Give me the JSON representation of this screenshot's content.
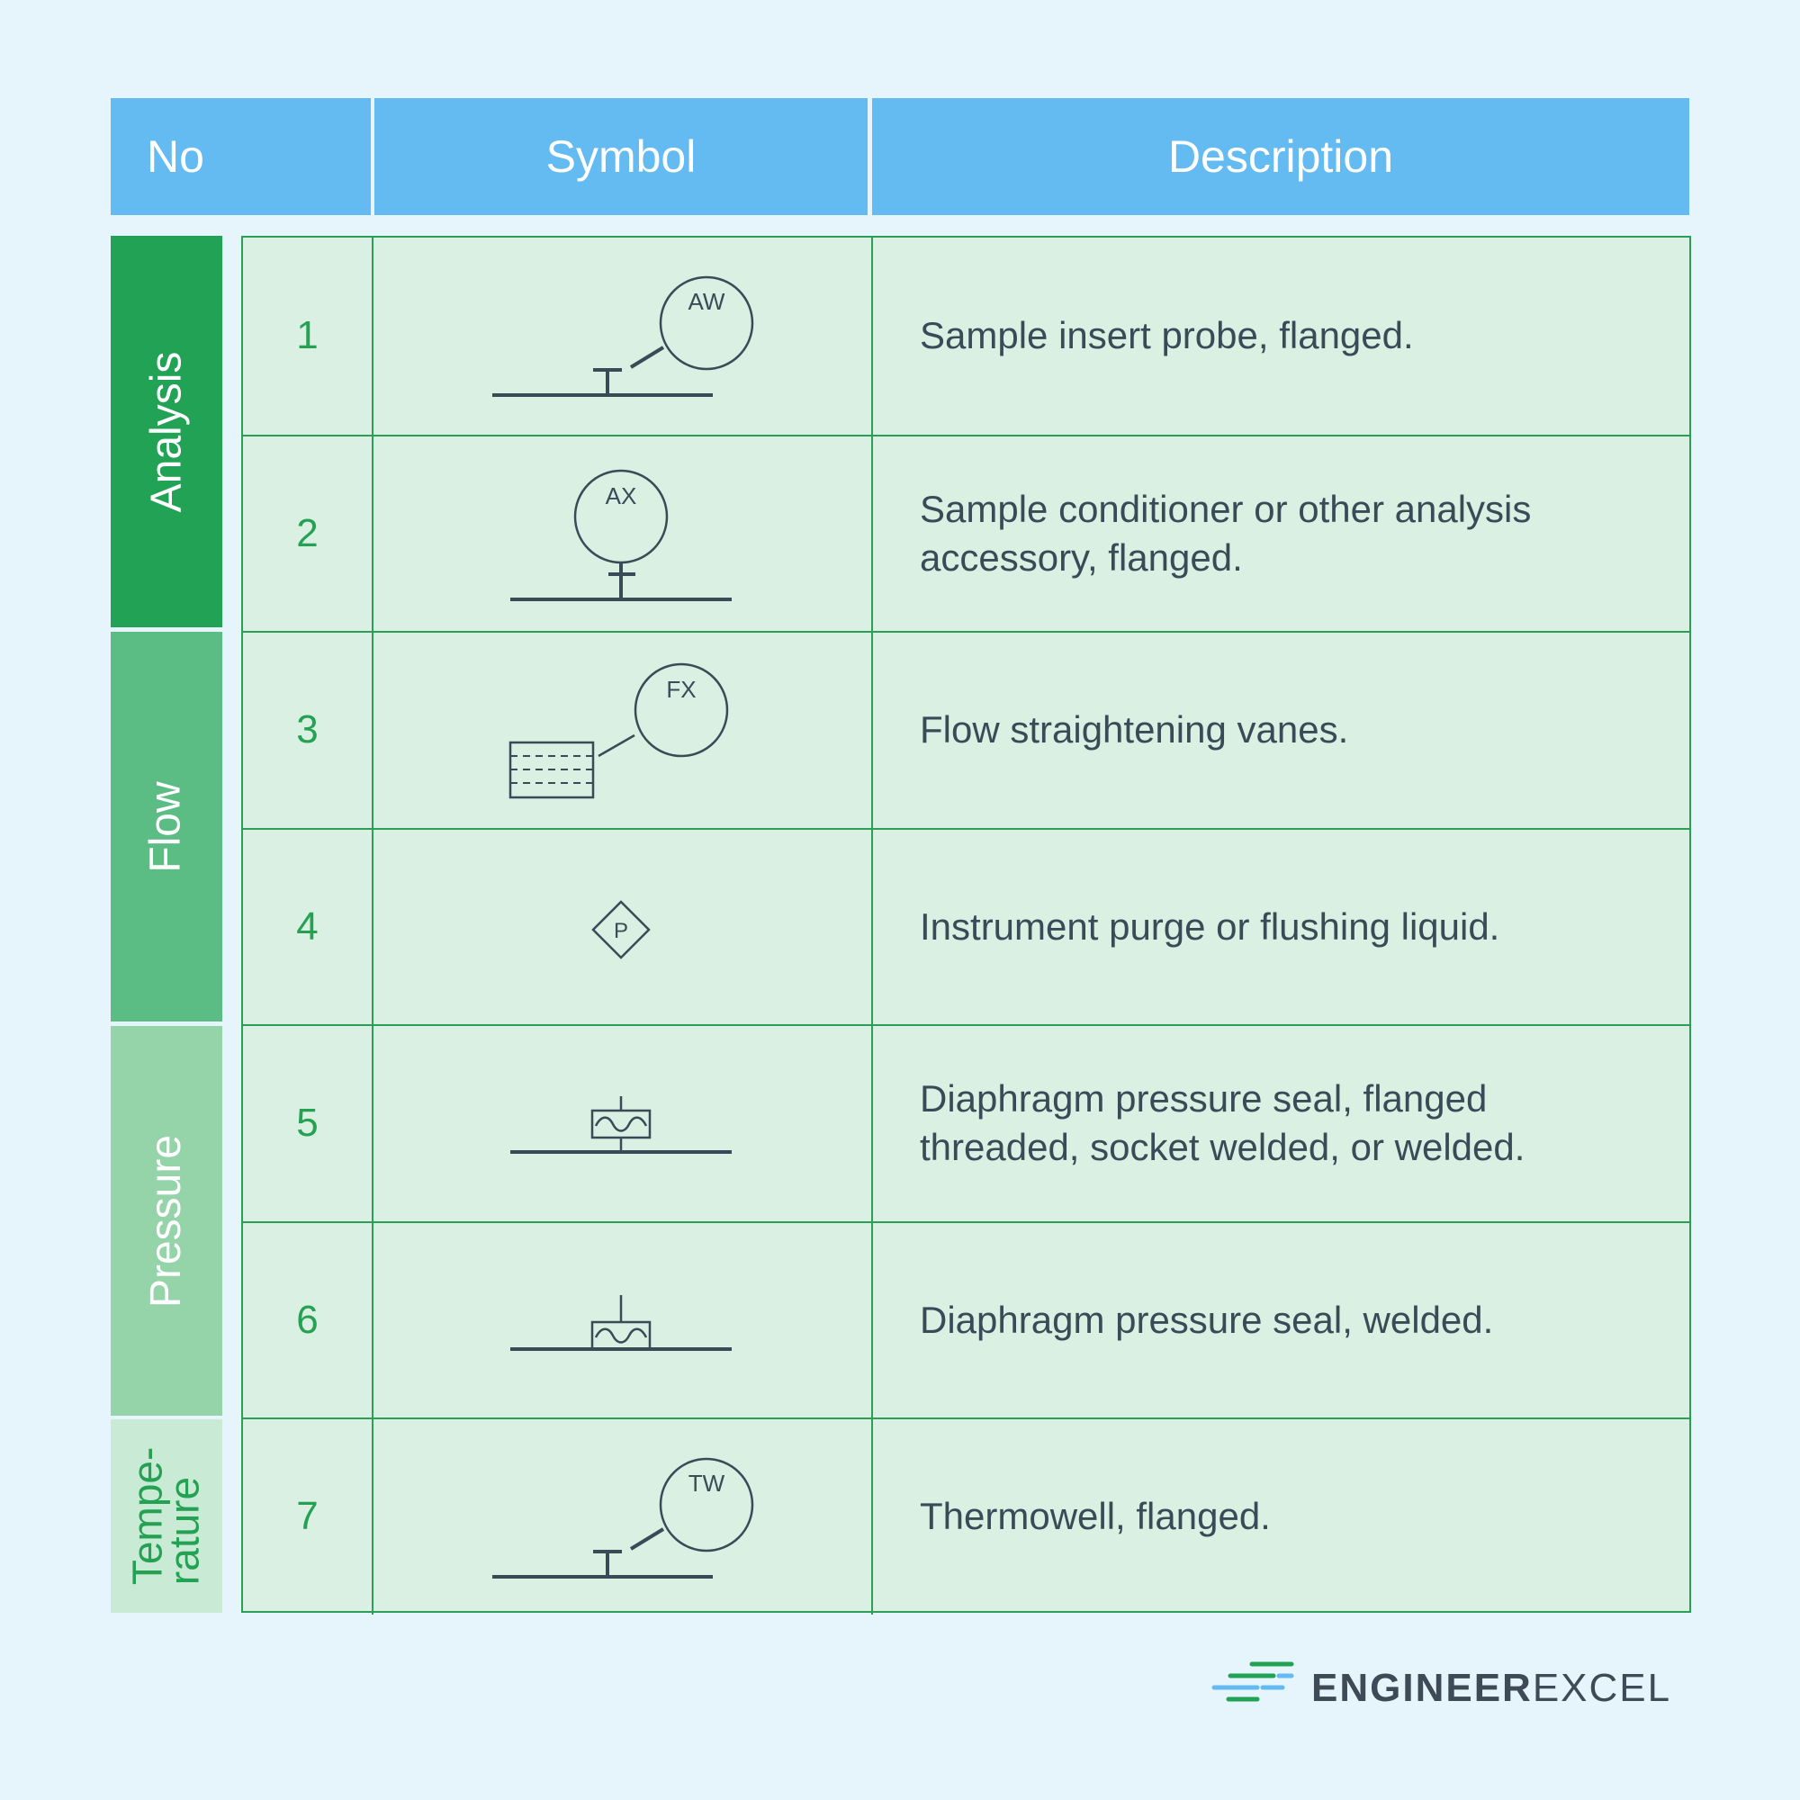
{
  "header": {
    "no": "No",
    "symbol": "Symbol",
    "description": "Description"
  },
  "categories": [
    {
      "name": "Analysis",
      "color": "#22a254"
    },
    {
      "name": "Flow",
      "color": "#5bbd83"
    },
    {
      "name": "Pressure",
      "color": "#94d4a8"
    },
    {
      "name": "Tempe-",
      "name2": "rature",
      "color": "#c9ebd5",
      "text_color": "#24a152"
    }
  ],
  "rows": [
    {
      "no": "1",
      "symbol_label": "AW",
      "symbol_icon": "insert-probe-flanged-icon",
      "description": "Sample insert probe, flanged."
    },
    {
      "no": "2",
      "symbol_label": "AX",
      "symbol_icon": "sample-conditioner-icon",
      "description": "Sample conditioner or other analysis accessory, flanged."
    },
    {
      "no": "3",
      "symbol_label": "FX",
      "symbol_icon": "straightening-vanes-icon",
      "description": "Flow straightening vanes."
    },
    {
      "no": "4",
      "symbol_label": "P",
      "symbol_icon": "purge-diamond-icon",
      "description": "Instrument purge or flushing liquid."
    },
    {
      "no": "5",
      "symbol_label": "",
      "symbol_icon": "diaphragm-seal-flanged-icon",
      "description": "Diaphragm pressure seal, flanged threaded, socket welded, or welded."
    },
    {
      "no": "6",
      "symbol_label": "",
      "symbol_icon": "diaphragm-seal-welded-icon",
      "description": "Diaphragm pressure seal, welded."
    },
    {
      "no": "7",
      "symbol_label": "TW",
      "symbol_icon": "thermowell-flanged-icon",
      "description": "Thermowell, flanged."
    }
  ],
  "logo": {
    "part1": "ENGINEER",
    "part2": "EXCEL",
    "icon": "speed-lines-icon"
  }
}
